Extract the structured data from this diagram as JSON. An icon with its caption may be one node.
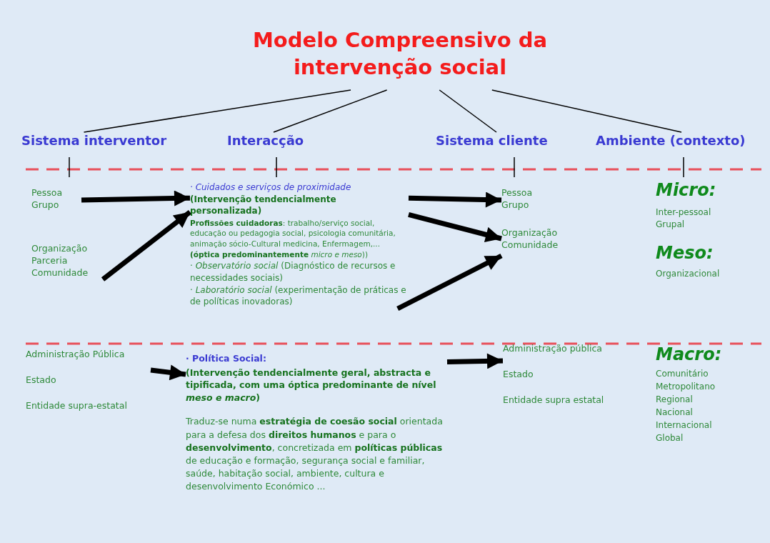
{
  "diagram": {
    "nodes": [
      {
        "text": [
          "Modelo Compreensivo da intervenção social"
        ]
      },
      {
        "text": [
          "Sistema interventor"
        ]
      },
      {
        "text": [
          "Interacção"
        ]
      },
      {
        "text": [
          "Sistema cliente"
        ]
      },
      {
        "text": [
          "Ambiente (contexto)"
        ]
      },
      {
        "text": [
          "Pessoa",
          "Grupo"
        ]
      },
      {
        "text": [
          "Organização",
          "Parceria",
          "Comunidade"
        ]
      },
      {
        "text": [
          "· Cuidados e serviços de proximidade",
          "(Intervenção tendencialmente personalizada)",
          "**Profissões cuidadoras**: trabalho/serviço social, educação ou pedagogia social, psicologia comunitária, animação sócio-Cultural medicina, Enfermagem,...**(óptica predominantemente** *micro e meso*))",
          "· *Observatório social* (Diagnóstico de recursos e necessidades sociais)",
          "· *Laboratório social* (experimentação de práticas e de políticas inovadoras)"
        ]
      },
      {
        "text": [
          "Pessoa",
          "Grupo"
        ]
      },
      {
        "text": [
          "Organização",
          "Comunidade"
        ]
      },
      {
        "text": [
          "Administração Pública",
          "Estado",
          "Entidade supra-estatal"
        ]
      },
      {
        "text": [
          "· Política Social:",
          "(Intervenção tendencialmente geral, abstracta e tipificada, com uma óptica predominante de nível *meso e macro*)",
          "Traduz-se numa **estratégia de coesão social** orientada para a defesa dos **direitos humanos** e para o **desenvolvimento**, concretizada em **políticas públicas** de educação e formação, segurança social e familiar, saúde, habitação social, ambiente, cultura e desenvolvimento Económico ..."
        ]
      },
      {
        "text": [
          "Administração pública",
          "Estado",
          "Entidade supra estatal"
        ]
      }
    ],
    "edges": [
      {
        "from": 0,
        "to": 1,
        "arrow": "none"
      },
      {
        "from": 0,
        "to": 2,
        "arrow": "none"
      },
      {
        "from": 0,
        "to": 3,
        "arrow": "none"
      },
      {
        "from": 0,
        "to": 4,
        "arrow": "none"
      },
      {
        "from": 5,
        "to": 7,
        "arrow": "to"
      },
      {
        "from": 6,
        "to": 7,
        "arrow": "to"
      },
      {
        "from": 7,
        "to": 8,
        "arrow": "to"
      },
      {
        "from": 7,
        "to": 9,
        "arrow": "to"
      },
      {
        "from": 7,
        "to": 9,
        "arrow": "to"
      },
      {
        "from": 10,
        "to": 11,
        "arrow": "to"
      },
      {
        "from": 11,
        "to": 12,
        "arrow": "to"
      }
    ],
    "labels": [
      "Micro:",
      "Inter-pessoal",
      "Grupal",
      "Meso:",
      "Organizacional",
      "Macro:",
      "Comunitário",
      "Metropolitano",
      "Regional",
      "Nacional",
      "Internacional",
      "Global"
    ]
  }
}
